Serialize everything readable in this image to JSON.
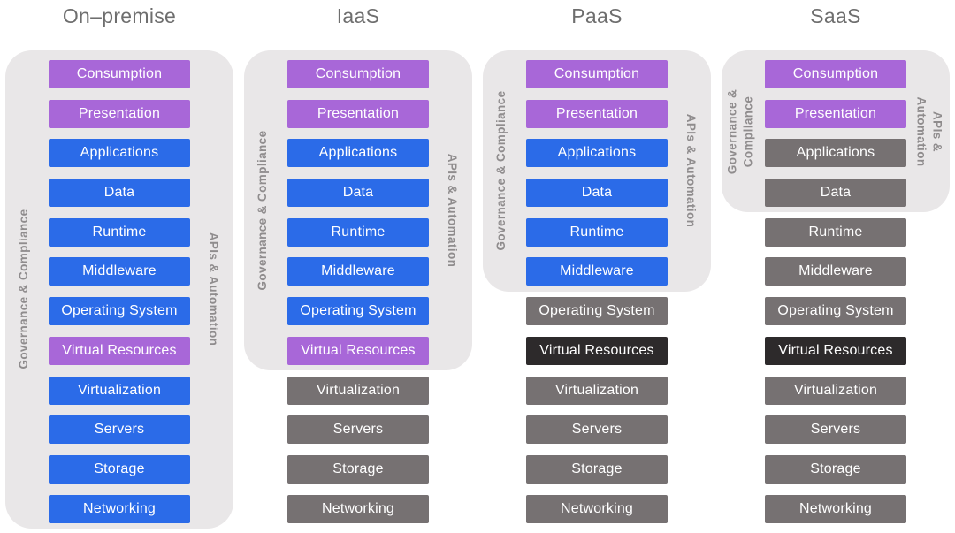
{
  "colors": {
    "purple": "#a867d8",
    "blue": "#2b6be8",
    "gray": "#767172",
    "dark": "#2d2a2b",
    "container_bg": "#e9e7e8",
    "title_text": "#6e6e6e",
    "label_text": "#8f8c8d",
    "box_text": "#ffffff"
  },
  "columns": [
    {
      "title": "On–premise",
      "left_label": "Governance & Compliance",
      "right_label": "APIs & Automation",
      "container_rows_covered": 12,
      "layers": [
        {
          "label": "Consumption",
          "color": "purple"
        },
        {
          "label": "Presentation",
          "color": "purple"
        },
        {
          "label": "Applications",
          "color": "blue"
        },
        {
          "label": "Data",
          "color": "blue"
        },
        {
          "label": "Runtime",
          "color": "blue"
        },
        {
          "label": "Middleware",
          "color": "blue"
        },
        {
          "label": "Operating System",
          "color": "blue"
        },
        {
          "label": "Virtual Resources",
          "color": "purple"
        },
        {
          "label": "Virtualization",
          "color": "blue"
        },
        {
          "label": "Servers",
          "color": "blue"
        },
        {
          "label": "Storage",
          "color": "blue"
        },
        {
          "label": "Networking",
          "color": "blue"
        }
      ]
    },
    {
      "title": "IaaS",
      "left_label": "Governance & Compliance",
      "right_label": "APIs & Automation",
      "container_rows_covered": 8,
      "layers": [
        {
          "label": "Consumption",
          "color": "purple"
        },
        {
          "label": "Presentation",
          "color": "purple"
        },
        {
          "label": "Applications",
          "color": "blue"
        },
        {
          "label": "Data",
          "color": "blue"
        },
        {
          "label": "Runtime",
          "color": "blue"
        },
        {
          "label": "Middleware",
          "color": "blue"
        },
        {
          "label": "Operating System",
          "color": "blue"
        },
        {
          "label": "Virtual Resources",
          "color": "purple"
        },
        {
          "label": "Virtualization",
          "color": "gray"
        },
        {
          "label": "Servers",
          "color": "gray"
        },
        {
          "label": "Storage",
          "color": "gray"
        },
        {
          "label": "Networking",
          "color": "gray"
        }
      ]
    },
    {
      "title": "PaaS",
      "left_label": "Governance & Compliance",
      "right_label": "APIs & Automation",
      "container_rows_covered": 6,
      "layers": [
        {
          "label": "Consumption",
          "color": "purple"
        },
        {
          "label": "Presentation",
          "color": "purple"
        },
        {
          "label": "Applications",
          "color": "blue"
        },
        {
          "label": "Data",
          "color": "blue"
        },
        {
          "label": "Runtime",
          "color": "blue"
        },
        {
          "label": "Middleware",
          "color": "blue"
        },
        {
          "label": "Operating System",
          "color": "gray"
        },
        {
          "label": "Virtual Resources",
          "color": "dark"
        },
        {
          "label": "Virtualization",
          "color": "gray"
        },
        {
          "label": "Servers",
          "color": "gray"
        },
        {
          "label": "Storage",
          "color": "gray"
        },
        {
          "label": "Networking",
          "color": "gray"
        }
      ]
    },
    {
      "title": "SaaS",
      "left_label": "Governance &\nCompliance",
      "right_label": "APIs &\nAutomation",
      "container_rows_covered": 4,
      "layers": [
        {
          "label": "Consumption",
          "color": "purple"
        },
        {
          "label": "Presentation",
          "color": "purple"
        },
        {
          "label": "Applications",
          "color": "gray"
        },
        {
          "label": "Data",
          "color": "gray"
        },
        {
          "label": "Runtime",
          "color": "gray"
        },
        {
          "label": "Middleware",
          "color": "gray"
        },
        {
          "label": "Operating System",
          "color": "gray"
        },
        {
          "label": "Virtual Resources",
          "color": "dark"
        },
        {
          "label": "Virtualization",
          "color": "gray"
        },
        {
          "label": "Servers",
          "color": "gray"
        },
        {
          "label": "Storage",
          "color": "gray"
        },
        {
          "label": "Networking",
          "color": "gray"
        }
      ]
    }
  ]
}
